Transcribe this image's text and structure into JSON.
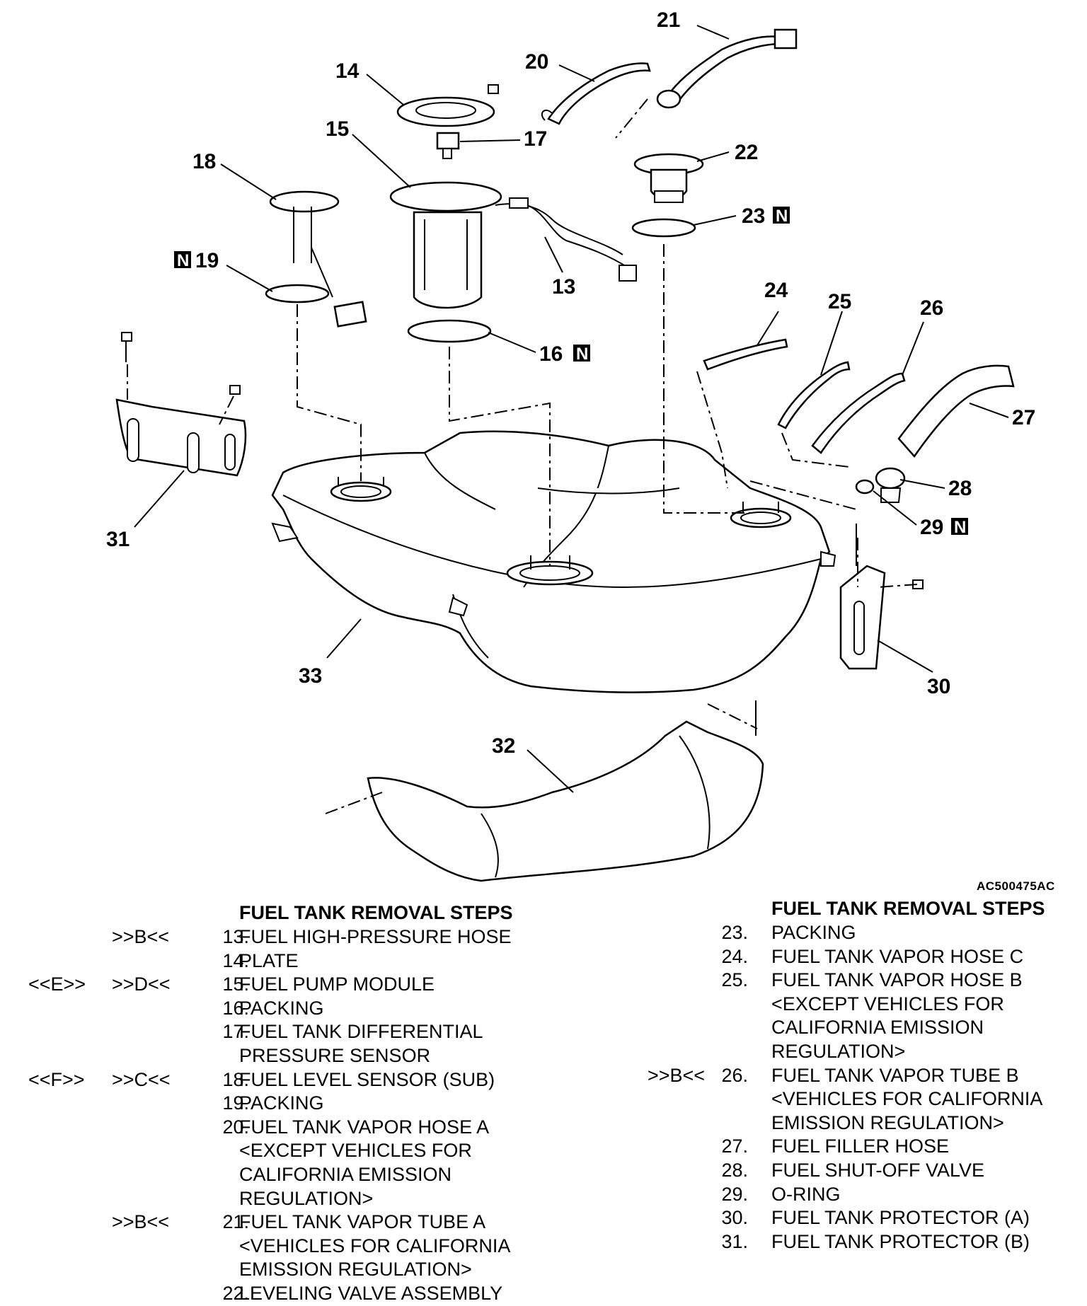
{
  "figure": {
    "code": "AC500475AC",
    "callouts": [
      "21",
      "20",
      "14",
      "17",
      "15",
      "22",
      "18",
      "23",
      "13",
      "19",
      "24",
      "25",
      "26",
      "16",
      "27",
      "28",
      "29",
      "31",
      "33",
      "30",
      "32"
    ],
    "new_part_marker": "N"
  },
  "steps_left": {
    "heading": "FUEL TANK REMOVAL STEPS",
    "rows": [
      {
        "c1": "",
        "c2": ">>B<<",
        "num": "13.",
        "text": "FUEL HIGH-PRESSURE HOSE"
      },
      {
        "c1": "",
        "c2": "",
        "num": "14.",
        "text": "PLATE"
      },
      {
        "c1": "<<E>>",
        "c2": ">>D<<",
        "num": "15.",
        "text": "FUEL PUMP MODULE"
      },
      {
        "c1": "",
        "c2": "",
        "num": "16.",
        "text": "PACKING"
      },
      {
        "c1": "",
        "c2": "",
        "num": "17.",
        "text": "FUEL TANK DIFFERENTIAL"
      },
      {
        "c1": "",
        "c2": "",
        "num": "",
        "text": "PRESSURE SENSOR"
      },
      {
        "c1": "<<F>>",
        "c2": ">>C<<",
        "num": "18.",
        "text": "FUEL LEVEL SENSOR (SUB)"
      },
      {
        "c1": "",
        "c2": "",
        "num": "19.",
        "text": "PACKING"
      },
      {
        "c1": "",
        "c2": "",
        "num": "20.",
        "text": "FUEL TANK VAPOR HOSE A"
      },
      {
        "c1": "",
        "c2": "",
        "num": "",
        "text": "<EXCEPT VEHICLES FOR"
      },
      {
        "c1": "",
        "c2": "",
        "num": "",
        "text": "CALIFORNIA EMISSION"
      },
      {
        "c1": "",
        "c2": "",
        "num": "",
        "text": "REGULATION>"
      },
      {
        "c1": "",
        "c2": ">>B<<",
        "num": "21.",
        "text": "FUEL TANK VAPOR TUBE A"
      },
      {
        "c1": "",
        "c2": "",
        "num": "",
        "text": "<VEHICLES FOR CALIFORNIA"
      },
      {
        "c1": "",
        "c2": "",
        "num": "",
        "text": "EMISSION REGULATION>"
      },
      {
        "c1": "",
        "c2": "",
        "num": "22.",
        "text": "LEVELING VALVE ASSEMBLY"
      }
    ]
  },
  "steps_right": {
    "heading": "FUEL TANK REMOVAL STEPS",
    "rows": [
      {
        "c2": "",
        "num": "23.",
        "text": "PACKING"
      },
      {
        "c2": "",
        "num": "24.",
        "text": "FUEL TANK VAPOR HOSE C"
      },
      {
        "c2": "",
        "num": "25.",
        "text": "FUEL TANK VAPOR HOSE B"
      },
      {
        "c2": "",
        "num": "",
        "text": "<EXCEPT VEHICLES FOR"
      },
      {
        "c2": "",
        "num": "",
        "text": "CALIFORNIA EMISSION"
      },
      {
        "c2": "",
        "num": "",
        "text": "REGULATION>"
      },
      {
        "c2": ">>B<<",
        "num": "26.",
        "text": "FUEL TANK VAPOR TUBE B"
      },
      {
        "c2": "",
        "num": "",
        "text": "<VEHICLES FOR CALIFORNIA"
      },
      {
        "c2": "",
        "num": "",
        "text": "EMISSION REGULATION>"
      },
      {
        "c2": "",
        "num": "27.",
        "text": "FUEL FILLER HOSE"
      },
      {
        "c2": "",
        "num": "28.",
        "text": "FUEL SHUT-OFF VALVE"
      },
      {
        "c2": "",
        "num": "29.",
        "text": "O-RING"
      },
      {
        "c2": "",
        "num": "30.",
        "text": "FUEL TANK PROTECTOR (A)"
      },
      {
        "c2": "",
        "num": "31.",
        "text": "FUEL TANK PROTECTOR (B)"
      }
    ]
  }
}
